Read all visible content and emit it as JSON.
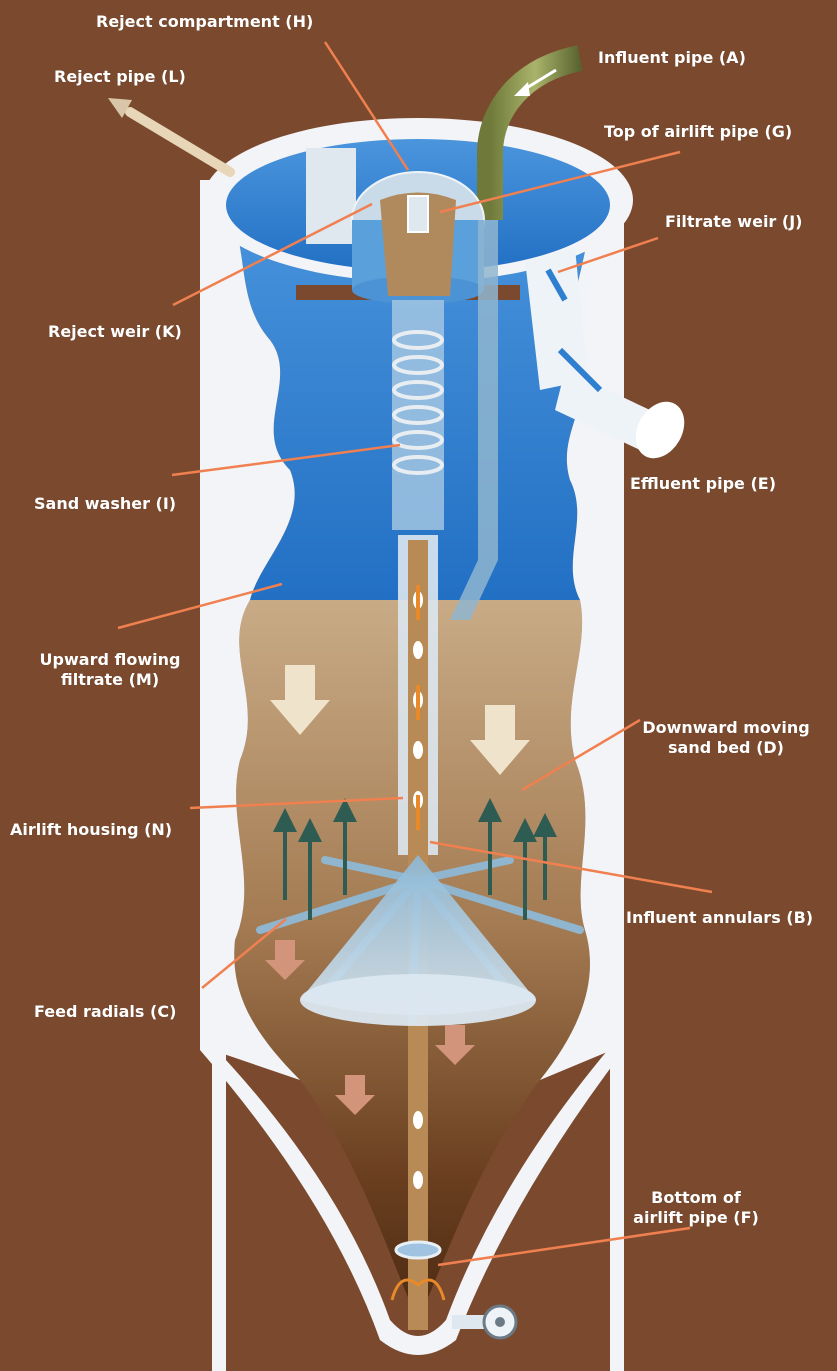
{
  "colors": {
    "background": "#7b4a2e",
    "tank_wall": "#f3f4f7",
    "water": "#2f7fd0",
    "sand": "#c3a581",
    "sand_dark": "#5a3418",
    "leader_line": "#f08050",
    "orange_arrow": "#e88a2a",
    "green_arrow": "#2e5b52",
    "pipe_grey": "#c8d4de"
  },
  "labels": {
    "reject_compartment": "Reject compartment (H)",
    "influent_pipe": "Influent pipe (A)",
    "reject_pipe": "Reject pipe (L)",
    "top_airlift": "Top of airlift pipe (G)",
    "filtrate_weir": "Filtrate weir (J)",
    "reject_weir": "Reject weir (K)",
    "effluent_pipe": "Effluent pipe (E)",
    "sand_washer": "Sand washer (I)",
    "upward_flowing_line1": "Upward flowing",
    "upward_flowing_line2": "filtrate (M)",
    "downward_moving_line1": "Downward moving",
    "downward_moving_line2": "sand bed (D)",
    "airlift_housing": "Airlift housing (N)",
    "influent_annulars": "Influent annulars (B)",
    "feed_radials": "Feed radials (C)",
    "bottom_airlift_line1": "Bottom of",
    "bottom_airlift_line2": "airlift pipe (F)"
  }
}
